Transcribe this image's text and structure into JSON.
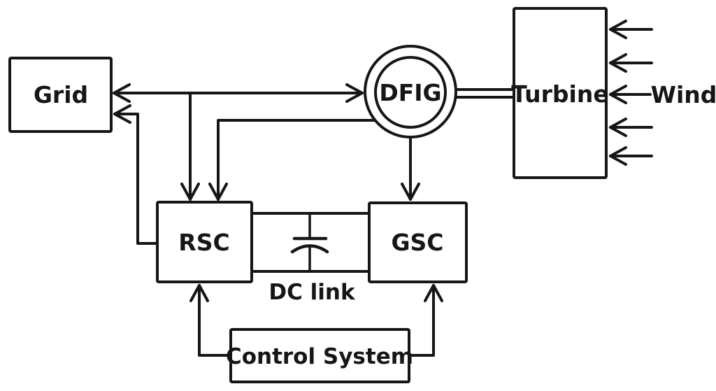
{
  "diagram": {
    "type": "block-diagram",
    "subject": "DFIG wind turbine power system",
    "background": "#ffffff",
    "stroke_color": "#161616",
    "nodes": {
      "grid": {
        "label": "Grid",
        "shape": "rect"
      },
      "dfig": {
        "label": "DFIG",
        "shape": "double-circle"
      },
      "turbine": {
        "label": "Turbine",
        "shape": "rect"
      },
      "rsc": {
        "label": "RSC",
        "shape": "rect"
      },
      "gsc": {
        "label": "GSC",
        "shape": "rect"
      },
      "control_system": {
        "label": "Control System",
        "shape": "rect"
      }
    },
    "annotations": {
      "dc_link": {
        "label": "DC link"
      },
      "wind": {
        "label": "Wind"
      }
    },
    "edges": [
      {
        "from": "dfig",
        "to": "grid",
        "style": "double-arrow"
      },
      {
        "from": "grid-dfig-line",
        "to": "rsc",
        "style": "arrow"
      },
      {
        "from": "dfig",
        "to": "rsc",
        "style": "arrow"
      },
      {
        "from": "rsc",
        "to": "grid",
        "style": "arrow"
      },
      {
        "from": "dfig",
        "to": "gsc",
        "style": "arrow"
      },
      {
        "from": "rsc",
        "to": "gsc",
        "style": "dc-bus-with-capacitor"
      },
      {
        "from": "control_system",
        "to": "rsc",
        "style": "arrow"
      },
      {
        "from": "control_system",
        "to": "gsc",
        "style": "arrow"
      },
      {
        "from": "dfig",
        "to": "turbine",
        "style": "shaft-double-line"
      },
      {
        "from": "wind",
        "to": "turbine",
        "style": "five-arrows"
      }
    ]
  }
}
